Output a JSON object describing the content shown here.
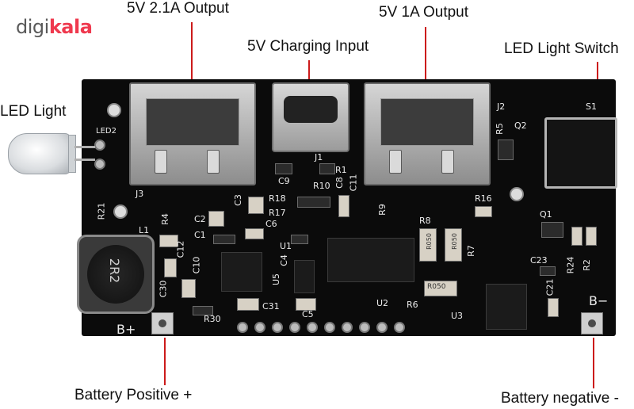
{
  "logo": {
    "part1": "digi",
    "part2": "kala"
  },
  "callouts": {
    "out_21a": "5V 2.1A Output",
    "out_1a": "5V 1A Output",
    "charging_input": "5V Charging Input",
    "led_switch": "LED Light Switch",
    "led_light": "LED Light",
    "battery_positive": "Battery Positive +",
    "battery_negative": "Battery negative -"
  },
  "silkscreen": {
    "j3": "J3",
    "j1": "J1",
    "j2": "J2",
    "s1": "S1",
    "led2": "LED2",
    "r5": "R5",
    "q2": "Q2",
    "r1": "R1",
    "r10": "R10",
    "c8": "C8",
    "c11": "C11",
    "c9": "C9",
    "r18": "R18",
    "r17": "R17",
    "r9": "R9",
    "r16": "R16",
    "r21": "R21",
    "l1": "L1",
    "r4": "R4",
    "c2": "C2",
    "c3": "C3",
    "c1": "C1",
    "c6": "C6",
    "c12": "C12",
    "c10": "C10",
    "c30": "C30",
    "u5": "U5",
    "u1": "U1",
    "c4": "C4",
    "c31": "C31",
    "r30": "R30",
    "c5": "C5",
    "r8": "R8",
    "r7": "R7",
    "r6": "R6",
    "u2": "U2",
    "u3": "U3",
    "q1": "Q1",
    "c23": "C23",
    "r24": "R24",
    "r2": "R2",
    "c21": "C21",
    "bplus": "B+",
    "bminus": "B−",
    "inductor_marking": "2R2",
    "r050a": "R050",
    "r050b": "R050",
    "r050c": "R050"
  }
}
